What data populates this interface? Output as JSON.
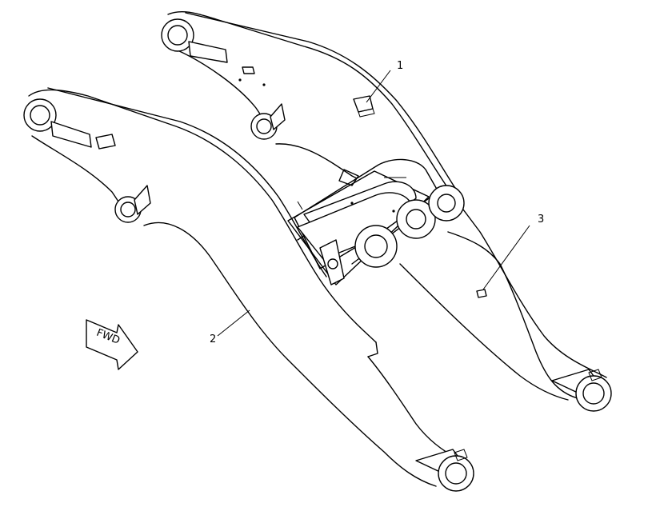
{
  "callouts": [
    {
      "id": "1",
      "label": "1"
    },
    {
      "id": "2",
      "label": "2"
    },
    {
      "id": "3",
      "label": "3"
    }
  ],
  "direction_arrow": {
    "label": "FWD",
    "icon": "fwd-arrow-icon"
  },
  "colors": {
    "line": "#000000",
    "background": "#ffffff"
  }
}
